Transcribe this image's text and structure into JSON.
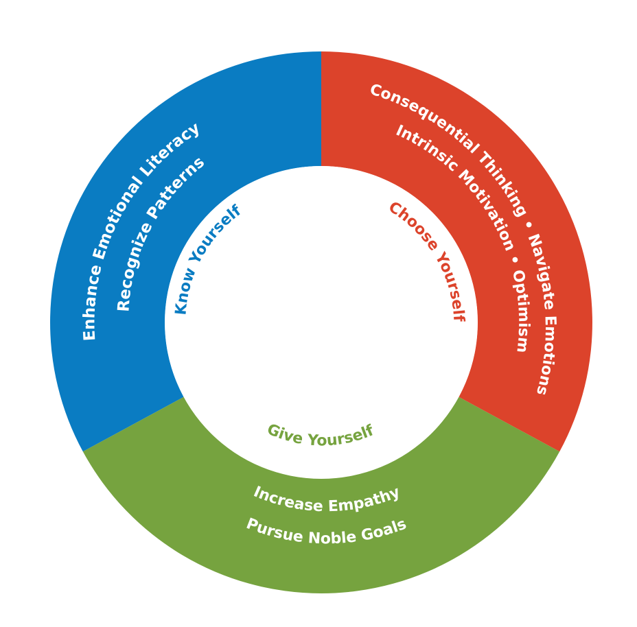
{
  "colors": {
    "know": "#0a7cc2",
    "choose": "#dc432b",
    "give": "#76a33f",
    "center": "#ffffff",
    "ring_text": "#ffffff"
  },
  "segments": {
    "know": {
      "inner_label": "Know Yourself",
      "outer_line1": "Enhance Emotional Literacy",
      "outer_line2": "Recognize Patterns"
    },
    "choose": {
      "inner_label": "Choose Yourself",
      "outer_line1": "Consequential Thinking • Navigate Emotions",
      "outer_line2": "Intrinsic Motivation • Optimism"
    },
    "give": {
      "inner_label": "Give Yourself",
      "outer_line1": "Increase Empathy",
      "outer_line2": "Pursue Noble Goals"
    }
  }
}
